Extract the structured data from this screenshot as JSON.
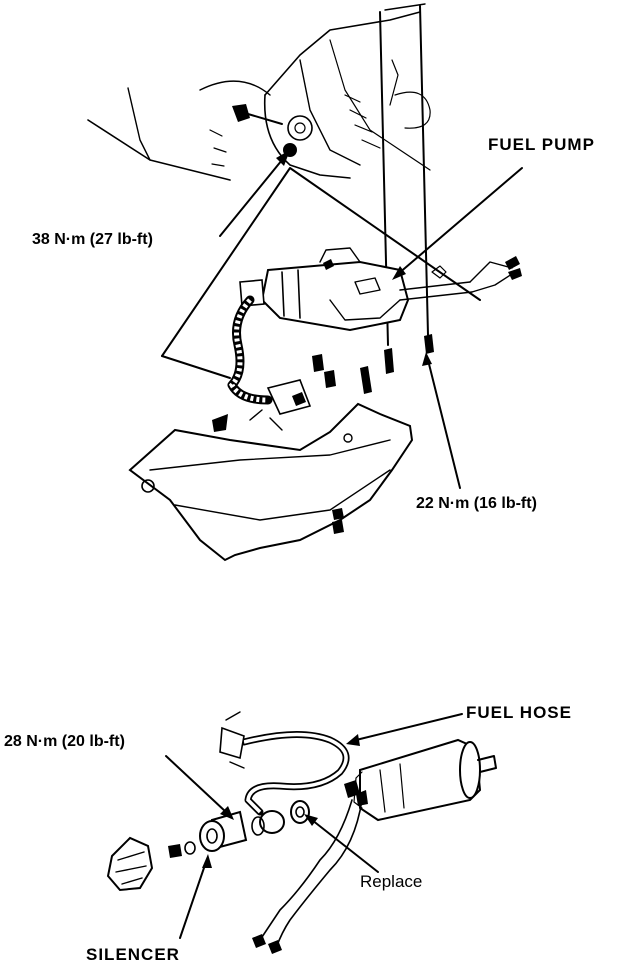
{
  "upper_view": {
    "fuel_pump_label": "FUEL PUMP",
    "torque_bracket_label": "38 N·m (27 lb-ft)",
    "torque_bolt_label": "22 N·m (16 lb-ft)"
  },
  "lower_view": {
    "fuel_hose_label": "FUEL HOSE",
    "torque_fitting_label": "28 N·m (20 lb-ft)",
    "replace_label": "Replace",
    "silencer_label": "SILENCER"
  }
}
